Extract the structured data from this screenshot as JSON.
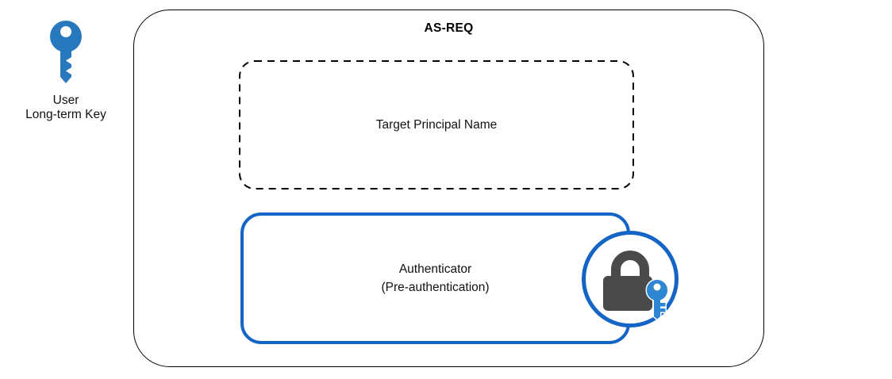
{
  "colors": {
    "accent_blue": "#1565C6",
    "key_blue": "#2878BE",
    "badge_key_blue": "#2E86D2",
    "lock_gray": "#4A4A4A",
    "line_black": "#000000",
    "background": "#FFFFFF"
  },
  "user_key": {
    "icon": "key-icon",
    "label_line1": "User",
    "label_line2": "Long-term Key"
  },
  "as_req": {
    "title": "AS-REQ",
    "target_principal": {
      "label": "Target Principal Name"
    },
    "authenticator": {
      "line1": "Authenticator",
      "line2": "(Pre-authentication)",
      "badge_icon": "padlock-with-key-icon"
    }
  }
}
